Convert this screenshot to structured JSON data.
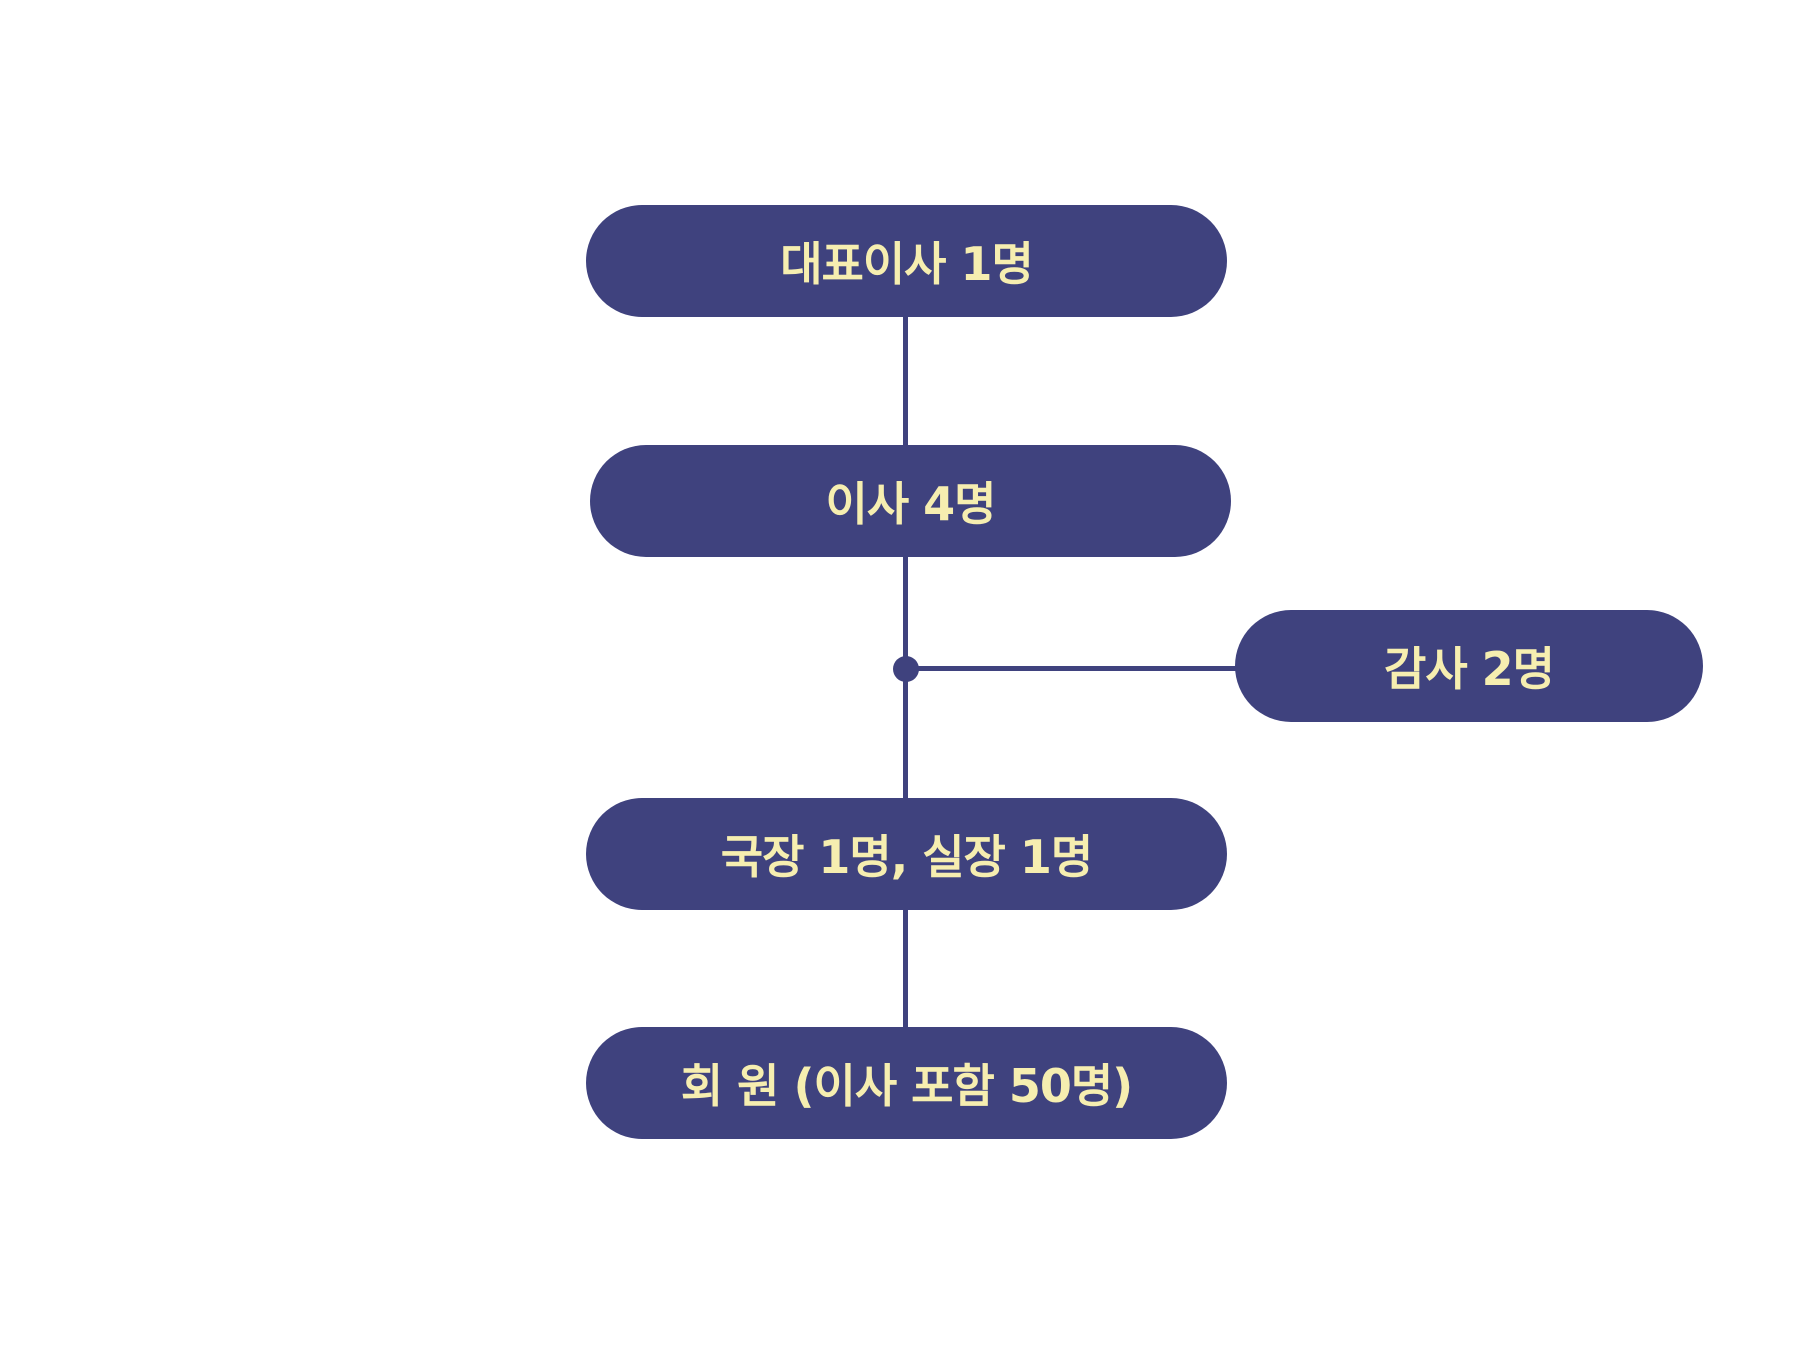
{
  "org_chart": {
    "colors": {
      "box_fill": "#3f427e",
      "label_text": "#f6eeb0",
      "connector": "#3f427e",
      "background": "#ffffff"
    },
    "nodes": {
      "ceo": "대표이사 1명",
      "directors": "이사 4명",
      "auditors": "감사 2명",
      "managers": "국장 1명, 실장 1명",
      "members": "회 원 (이사 포함 50명)"
    }
  }
}
